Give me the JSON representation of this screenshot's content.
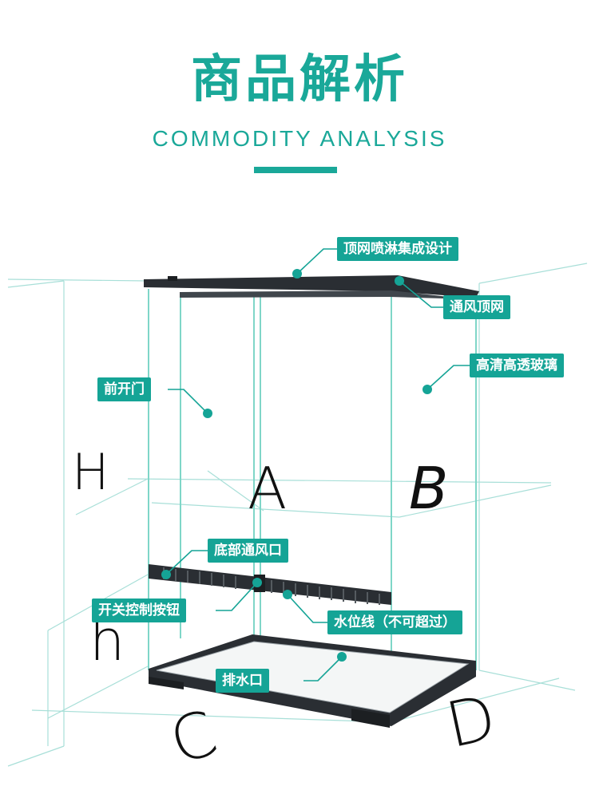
{
  "header": {
    "title": "商品解析",
    "subtitle": "COMMODITY ANALYSIS"
  },
  "callouts": {
    "top_mesh_spray": "顶网喷淋集成设计",
    "vent_top_mesh": "通风顶网",
    "hd_glass": "高清高透玻璃",
    "front_door": "前开门",
    "bottom_vent": "底部通风口",
    "switch_knob": "开关控制按钮",
    "water_line": "水位线（不可超过）",
    "drain": "排水口"
  },
  "dimensions": {
    "H": "H",
    "A": "A",
    "B": "B",
    "h": "h",
    "C": "C",
    "D": "D"
  },
  "colors": {
    "accent": "#1aa899",
    "label_bg": "#15a496",
    "frame": "#2a2e33",
    "guide": "#9fdad3"
  }
}
